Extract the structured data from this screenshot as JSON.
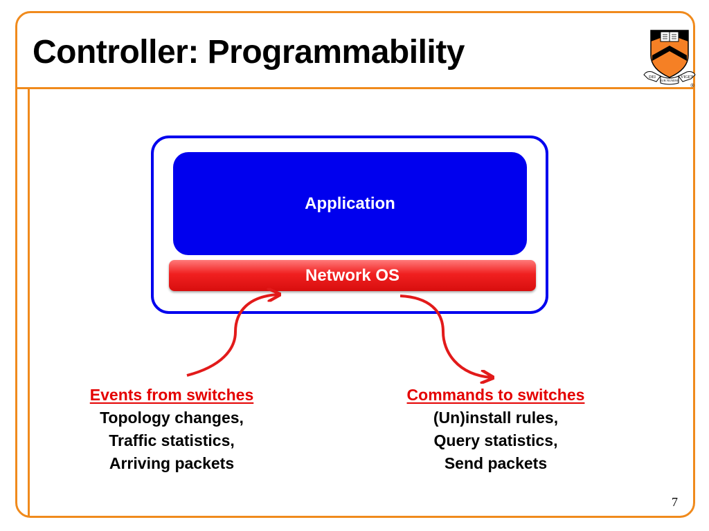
{
  "slide": {
    "title": "Controller: Programmability",
    "page_number": "7"
  },
  "diagram": {
    "application_label": "Application",
    "network_os_label": "Network OS"
  },
  "events": {
    "heading": "Events from switches",
    "lines": [
      "Topology changes,",
      "Traffic statistics,",
      "Arriving packets"
    ]
  },
  "commands": {
    "heading": "Commands to switches",
    "lines": [
      "(Un)install rules,",
      "Query statistics,",
      "Send packets"
    ]
  },
  "logo": {
    "motto_left": "DEI",
    "motto_mid": "SUB NUMINE",
    "motto_right": "VIGET",
    "registered": "®"
  },
  "colors": {
    "accent": "#f08a1c",
    "app_blue": "#0000ee",
    "os_red": "#e21a1a",
    "heading_red": "#e40000",
    "shield_orange": "#f58025"
  }
}
